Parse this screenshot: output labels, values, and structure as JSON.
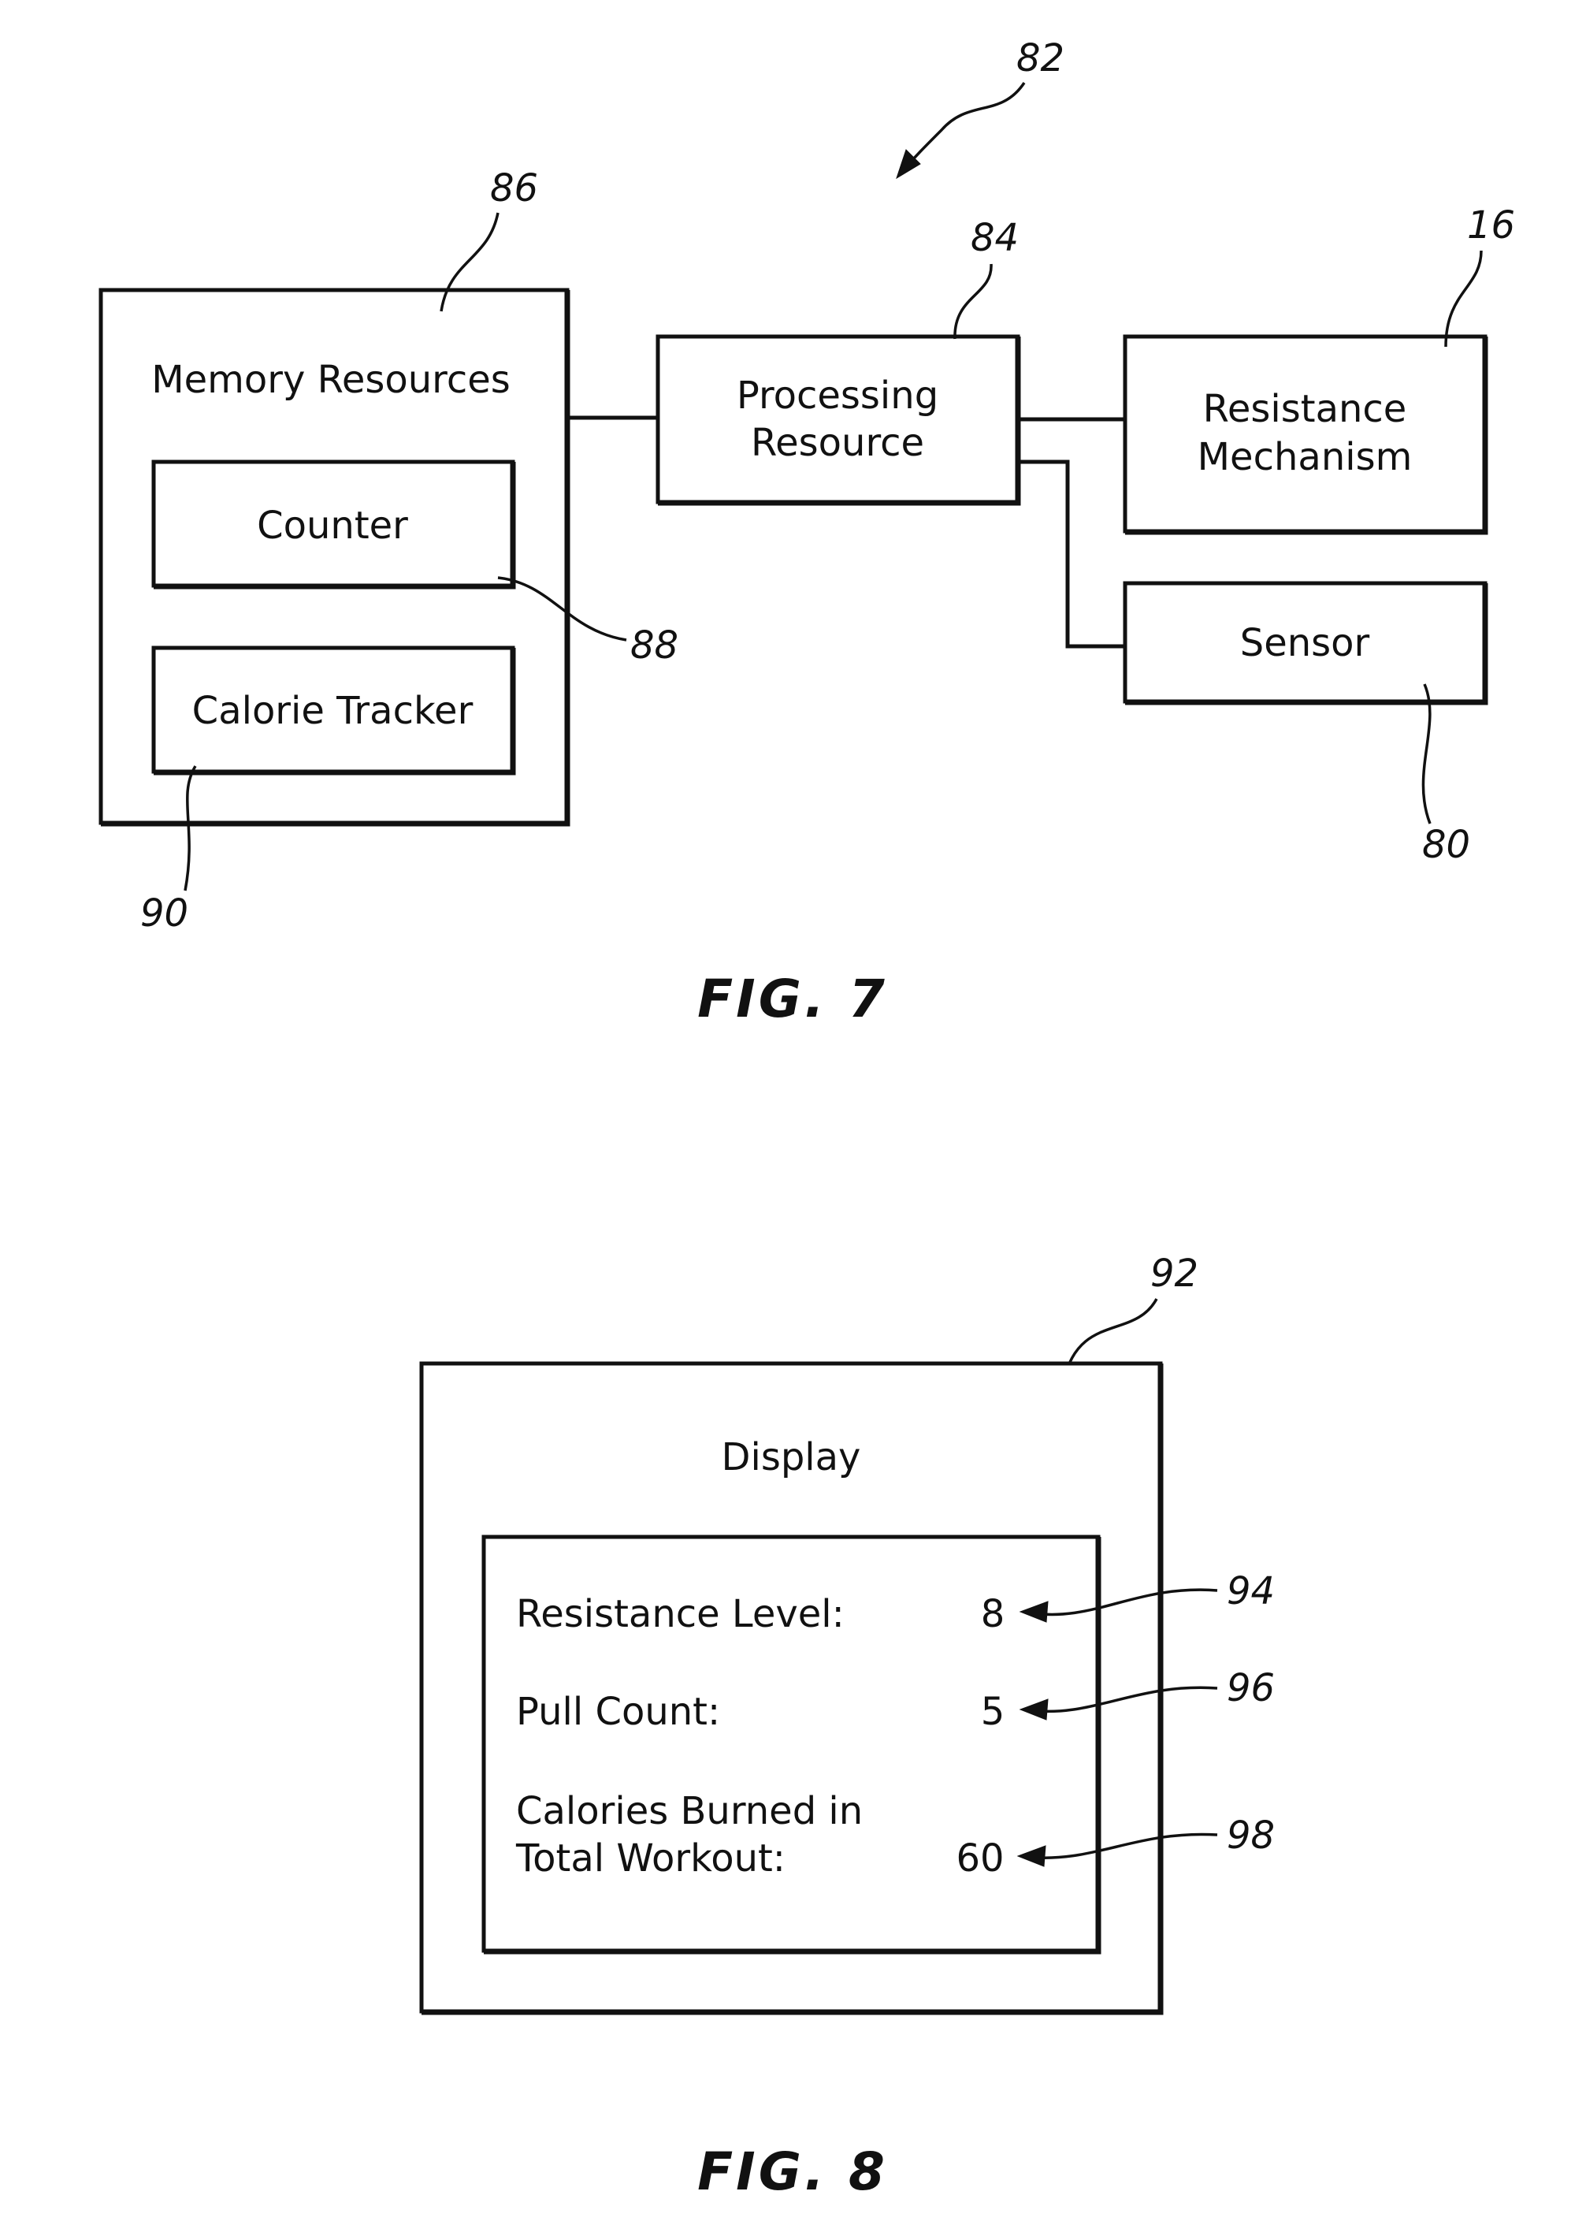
{
  "figure7": {
    "caption": "FIG.  7",
    "system_ref": "82",
    "memory": {
      "ref": "86",
      "title": "Memory Resources",
      "counter": {
        "label": "Counter",
        "ref": "88"
      },
      "calorie_tracker": {
        "label": "Calorie Tracker",
        "ref": "90"
      }
    },
    "processing": {
      "ref": "84",
      "line1": "Processing",
      "line2": "Resource"
    },
    "resistance": {
      "ref": "16",
      "line1": "Resistance",
      "line2": "Mechanism"
    },
    "sensor": {
      "ref": "80",
      "label": "Sensor"
    }
  },
  "figure8": {
    "caption": "FIG.  8",
    "display_ref": "92",
    "display_title": "Display",
    "rows": [
      {
        "label_line1": "Resistance Level:",
        "label_line2": "",
        "value": "8",
        "ref": "94"
      },
      {
        "label_line1": "Pull Count:",
        "label_line2": "",
        "value": "5",
        "ref": "96"
      },
      {
        "label_line1": "Calories Burned in",
        "label_line2": "Total Workout:",
        "value": "60",
        "ref": "98"
      }
    ]
  }
}
